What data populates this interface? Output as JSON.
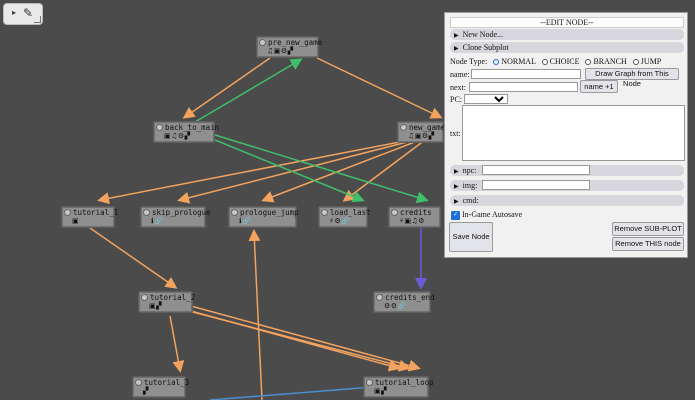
{
  "toolbar": {
    "play_icon": "▸",
    "pencil_icon": "✎"
  },
  "nodes": [
    {
      "id": "pre_new_game",
      "label": "pre_new_game",
      "icons": "♫▣⚙▞"
    },
    {
      "id": "back_to_main",
      "label": "back_to_main",
      "icons": "▣♫⚙▞"
    },
    {
      "id": "new_game",
      "label": "new_game",
      "icons": "♫▣⚙▞"
    },
    {
      "id": "tutorial_1",
      "label": "tutorial_1",
      "icons": "▣"
    },
    {
      "id": "skip_prologue",
      "label": "skip_prologue",
      "icons": "ℹ🔗"
    },
    {
      "id": "prologue_jump",
      "label": "prologue_jump",
      "icons": "ℹ🔗"
    },
    {
      "id": "load_last",
      "label": "load_last",
      "icons": "⚡⚙🔗"
    },
    {
      "id": "credits",
      "label": "credits",
      "icons": "⚡▣♫⚙"
    },
    {
      "id": "credits_end",
      "label": "credits_end",
      "icons": "⚙⚙🔗"
    },
    {
      "id": "tutorial_2",
      "label": "tutorial_2",
      "icons": "▣▞"
    },
    {
      "id": "tutorial_3",
      "label": "tutorial_3",
      "icons": "▞"
    },
    {
      "id": "tutorial_loop",
      "label": "tutorial_loop",
      "icons": "▣▞"
    }
  ],
  "panel": {
    "title": "--EDIT NODE--",
    "new_node": "New Node...",
    "clone_subplot": "Clone Subplot",
    "node_type_label": "Node Type:",
    "types": [
      "NORMAL",
      "CHOICE",
      "BRANCH",
      "JUMP"
    ],
    "selected_type": "NORMAL",
    "name_label": "name:",
    "name_value": "",
    "draw_graph_button": "Draw Graph from This Node",
    "next_label": "next:",
    "next_value": "",
    "name_plus_button": "name +1",
    "pc_label": "PC:",
    "pc_value": "",
    "txt_label": "txt:",
    "txt_value": "",
    "npc_label": "npc:",
    "img_label": "img:",
    "cmd_label": "cmd:",
    "autosave_label": "In-Game Autosave",
    "autosave_checked": true,
    "save_button": "Save Node",
    "remove_subplot_button": "Remove SUB-PLOT",
    "remove_node_button": "Remove THIS node"
  },
  "colors": {
    "background": "#4b4b4b",
    "edge_orange": "#f3a35e",
    "edge_green": "#3fbf6a",
    "edge_purple": "#6a5cd6",
    "edge_blue": "#4a8fd0"
  }
}
